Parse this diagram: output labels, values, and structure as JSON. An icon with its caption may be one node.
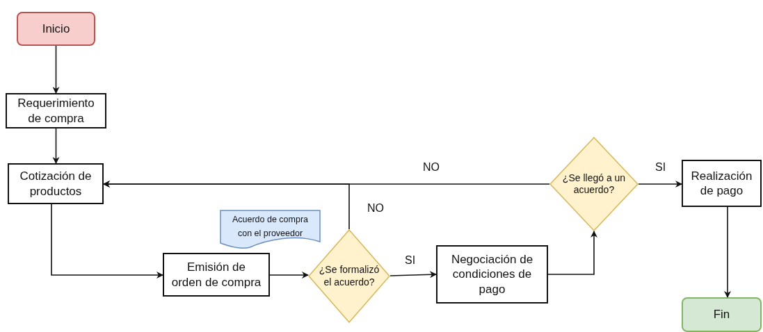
{
  "diagram": {
    "nodes": [
      {
        "text": [
          "Inicio"
        ]
      },
      {
        "text": [
          "Requerimiento de compra"
        ]
      },
      {
        "text": [
          "Cotización de productos"
        ]
      },
      {
        "text": [
          "Acuerdo de compra con el proveedor"
        ]
      },
      {
        "text": [
          "Emisión de orden de compra"
        ]
      },
      {
        "text": [
          "¿Se formalizó el acuerdo?"
        ]
      },
      {
        "text": [
          "Negociación de condiciones de pago"
        ]
      },
      {
        "text": [
          "¿Se llegó a un acuerdo?"
        ]
      },
      {
        "text": [
          "Realización de pago"
        ]
      },
      {
        "text": [
          "Fin"
        ]
      }
    ],
    "edges": [
      {
        "from": 0,
        "to": 1,
        "arrow": "to"
      },
      {
        "from": 1,
        "to": 2,
        "arrow": "to"
      },
      {
        "from": 2,
        "to": 4,
        "arrow": "to"
      },
      {
        "from": 4,
        "to": 5,
        "arrow": "to"
      },
      {
        "from": 5,
        "to": 6,
        "arrow": "to",
        "label": "SI"
      },
      {
        "from": 5,
        "to": 2,
        "arrow": "to",
        "label": "NO"
      },
      {
        "from": 6,
        "to": 7,
        "arrow": "to"
      },
      {
        "from": 7,
        "to": 2,
        "arrow": "to",
        "label": "NO"
      },
      {
        "from": 7,
        "to": 8,
        "arrow": "to",
        "label": "SI"
      },
      {
        "from": 8,
        "to": 9,
        "arrow": "to"
      }
    ]
  }
}
